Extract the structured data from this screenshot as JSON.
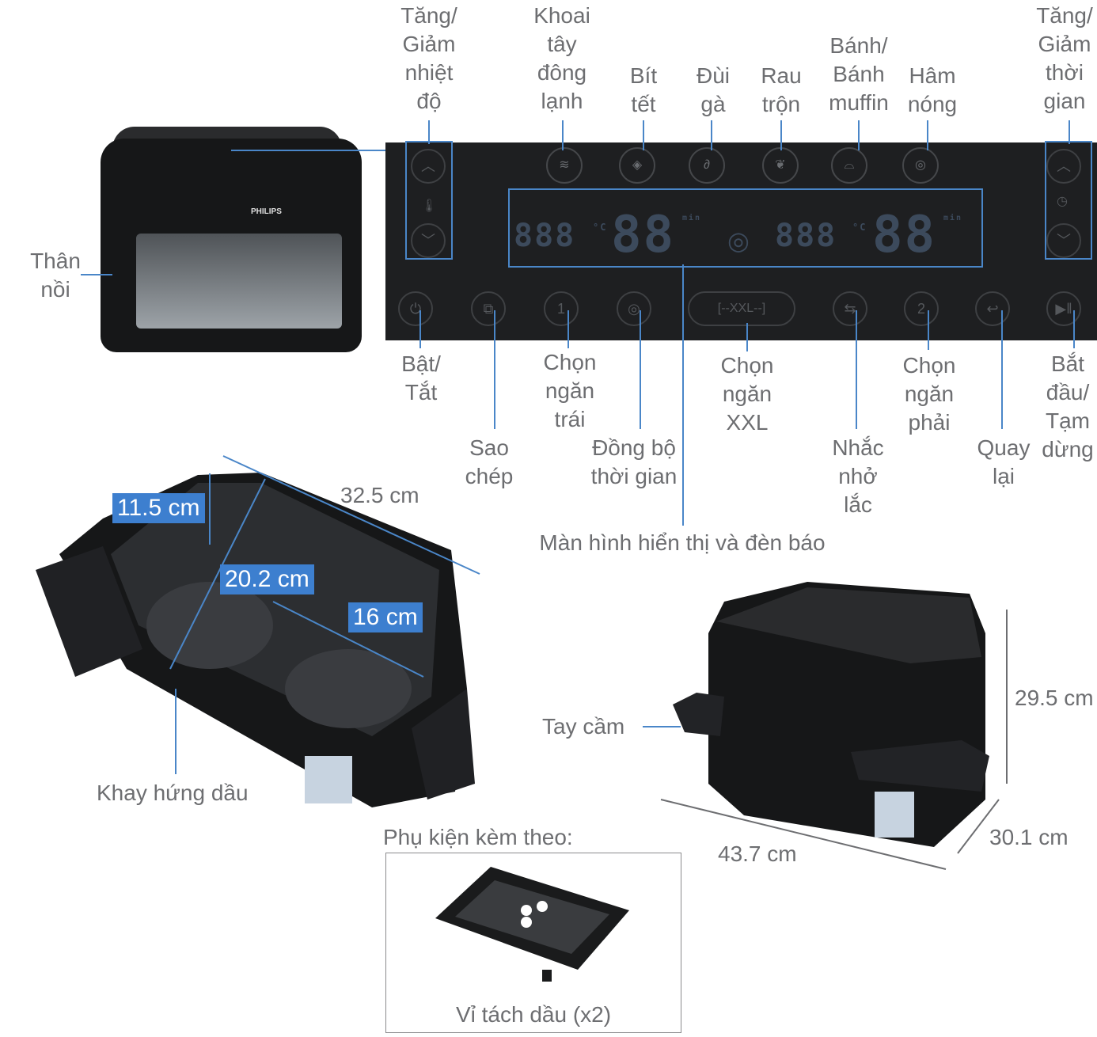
{
  "top_labels": {
    "temp": "Tăng/\nGiảm\nnhiệt\nđộ",
    "potato": "Khoai\ntây\nđông\nlạnh",
    "steak": "Bít\ntết",
    "chicken": "Đùi\ngà",
    "veg": "Rau\ntrộn",
    "muffin": "Bánh/\nBánh\nmuffin",
    "reheat": "Hâm\nnóng",
    "time": "Tăng/\nGiảm\nthời\ngian"
  },
  "bottom_labels": {
    "power": "Bật/\nTắt",
    "copy": "Sao\nchép",
    "left": "Chọn\nngăn\ntrái",
    "sync": "Đồng bộ\nthời gian",
    "xxl": "Chọn\nngăn\nXXL",
    "shake": "Nhắc\nnhở\nlắc",
    "right": "Chọn\nngăn\nphải",
    "back": "Quay\nlại",
    "start": "Bắt\nđầu/\nTạm\ndừng"
  },
  "body_label": "Thân\nnồi",
  "display_label": "Màn hình hiển thị và đèn báo",
  "display": {
    "temp_left": "888",
    "time_left": "88",
    "temp_right": "888",
    "time_right": "88",
    "unit_c": "°C",
    "unit_min": "min"
  },
  "buttons": {
    "xxl": "[--XXL--]",
    "left": "1",
    "right": "2"
  },
  "brand": "PHILIPS",
  "basket": {
    "dims": {
      "height": "11.5 cm",
      "diagonal": "20.2 cm",
      "half": "16 cm",
      "length": "32.5 cm"
    },
    "drip_tray_label": "Khay hứng dầu"
  },
  "fryer": {
    "handle_label": "Tay cầm",
    "dims": {
      "height": "29.5 cm",
      "width": "43.7 cm",
      "depth": "30.1 cm"
    }
  },
  "accessories": {
    "title": "Phụ kiện kèm theo:",
    "item": "Vỉ tách dầu (x2)"
  },
  "colors": {
    "accent": "#4a86c8",
    "badge": "#3d7fcf",
    "panel": "#1e1f21"
  }
}
